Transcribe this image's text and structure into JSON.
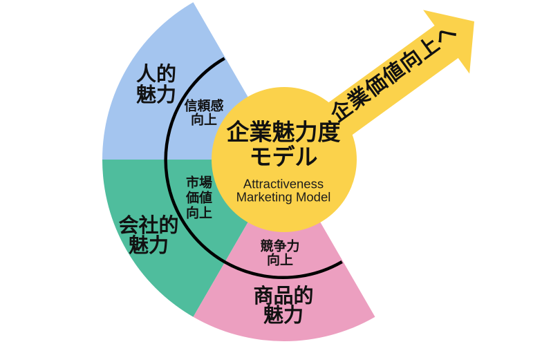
{
  "diagram_title": "企業魅力度モデル (Attractiveness Marketing Model)",
  "center": {
    "title_line1": "企業魅力度",
    "title_line2": "モデル",
    "subtitle_line1": "Attractiveness",
    "subtitle_line2": "Marketing Model",
    "color": "#FBD24B"
  },
  "segments": [
    {
      "name": "human",
      "label_line1": "人的",
      "label_line2": "魅力",
      "inner_lines": [
        "信頼感",
        "向上"
      ],
      "color": "#A4C5EF"
    },
    {
      "name": "company",
      "label_line1": "会社的",
      "label_line2": "魅力",
      "inner_lines": [
        "市場",
        "価値",
        "向上"
      ],
      "color": "#4FBD9D"
    },
    {
      "name": "product",
      "label_line1": "商品的",
      "label_line2": "魅力",
      "inner_lines": [
        "競争力",
        "向上"
      ],
      "color": "#EC9FC0"
    }
  ],
  "arrow": {
    "label": "企業価値向上へ",
    "fill": "#FBD24B",
    "label_color": "#E60012"
  },
  "ring_divider_color": "#000000",
  "text_color": "#111111"
}
